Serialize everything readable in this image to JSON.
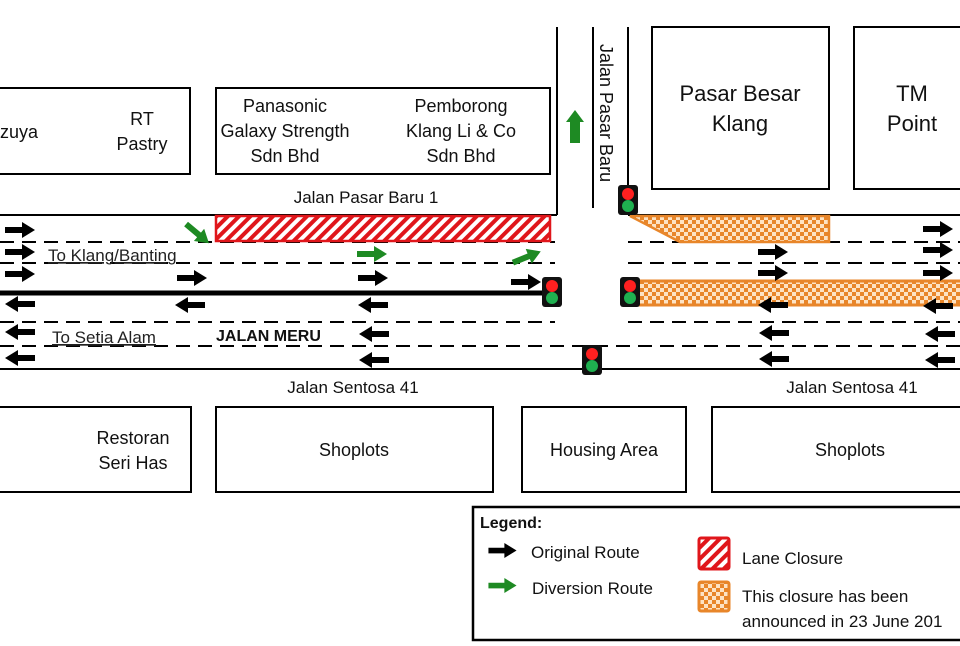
{
  "map": {
    "buildings": [
      {
        "id": "mizuya",
        "lines": [
          "izuya"
        ]
      },
      {
        "id": "rt-pastry",
        "lines": [
          "RT",
          "Pastry"
        ]
      },
      {
        "id": "panasonic",
        "lines": [
          "Panasonic",
          "Galaxy Strength",
          "Sdn Bhd"
        ]
      },
      {
        "id": "pemborong",
        "lines": [
          "Pemborong",
          "Klang Li & Co",
          "Sdn Bhd"
        ]
      },
      {
        "id": "pasar-besar",
        "lines": [
          "Pasar Besar",
          "Klang"
        ]
      },
      {
        "id": "tm-point",
        "lines": [
          "TM",
          "Point"
        ]
      },
      {
        "id": "restoran",
        "lines": [
          "Restoran",
          "Seri Has"
        ]
      },
      {
        "id": "shoplots-left",
        "lines": [
          "Shoplots"
        ]
      },
      {
        "id": "housing",
        "lines": [
          "Housing Area"
        ]
      },
      {
        "id": "shoplots-right",
        "lines": [
          "Shoplots"
        ]
      }
    ],
    "roads": {
      "jalan_pasar_baru_1": "Jalan Pasar Baru 1",
      "jalan_pasar_baru": "Jalan Pasar Baru",
      "jalan_sentosa_left": "Jalan Sentosa 41",
      "jalan_sentosa_right": "Jalan Sentosa 41",
      "jalan_meru": "JALAN MERU",
      "to_klang": "To Klang/Banting",
      "to_setia": "To Setia Alam"
    },
    "colors": {
      "closure_red": "#e0161b",
      "closure_orange": "#e8862a",
      "diversion_green": "#1e8a23",
      "original_black": "#000000",
      "light_red": "#ff2020",
      "light_green": "#1fb050"
    }
  },
  "legend": {
    "title": "Legend:",
    "items": [
      {
        "icon": "black-arrow-icon",
        "label": "Original Route"
      },
      {
        "icon": "green-arrow-icon",
        "label": "Diversion  Route"
      },
      {
        "icon": "red-hatch-icon",
        "label": "Lane Closure"
      },
      {
        "icon": "orange-check-icon",
        "label": "This closure has been",
        "label2": "announced in 23 June 201"
      }
    ]
  }
}
